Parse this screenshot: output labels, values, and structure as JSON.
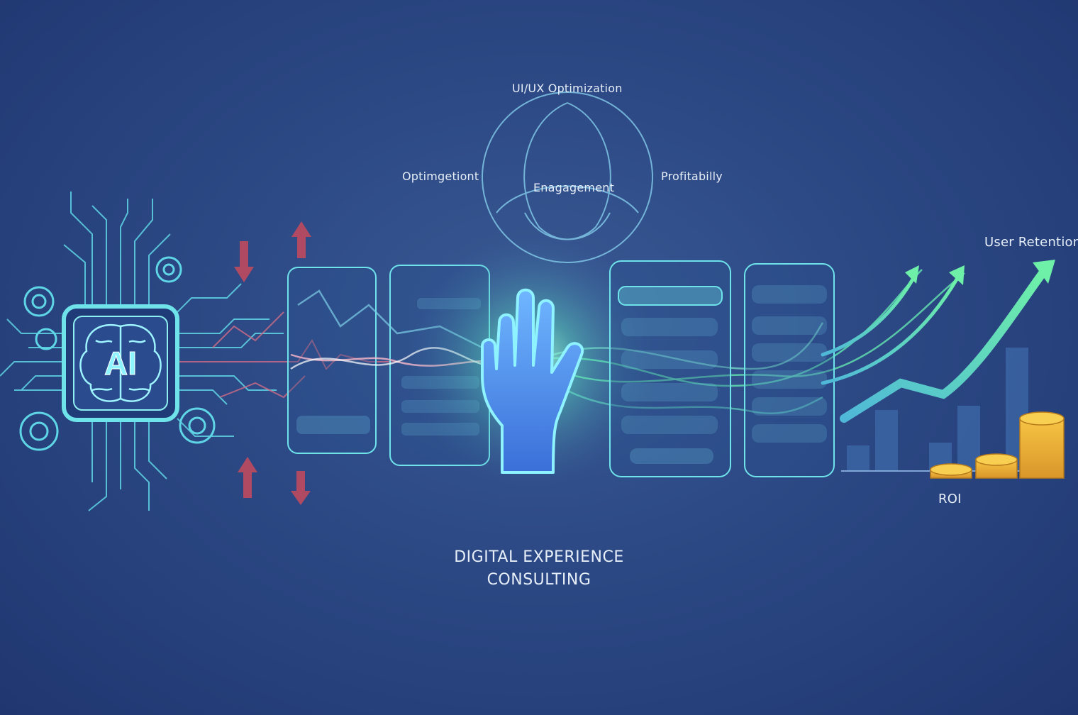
{
  "venn": {
    "top_label": "UI/UX Optimization",
    "left_label": "Optimgetiont",
    "center_label": "Enagagement",
    "right_label": "Profitabilly"
  },
  "chip": {
    "text": "AI"
  },
  "labels": {
    "user_retention": "User Retention",
    "roi": "ROI"
  },
  "title": {
    "line1": "DIGITAL EXPERIENCE",
    "line2": "CONSULTING"
  },
  "colors": {
    "background": "#2d4a86",
    "cyan": "#5fd6e6",
    "green": "#58e0a6",
    "red_arrow": "#b04a62",
    "gold": "#f2b52a",
    "bar": "#3d68a8"
  },
  "icons": [
    "brain-icon",
    "gear-icon",
    "hand-icon",
    "coin-stack-icon",
    "trend-arrow-icon",
    "up-arrow-icon",
    "down-arrow-icon"
  ]
}
